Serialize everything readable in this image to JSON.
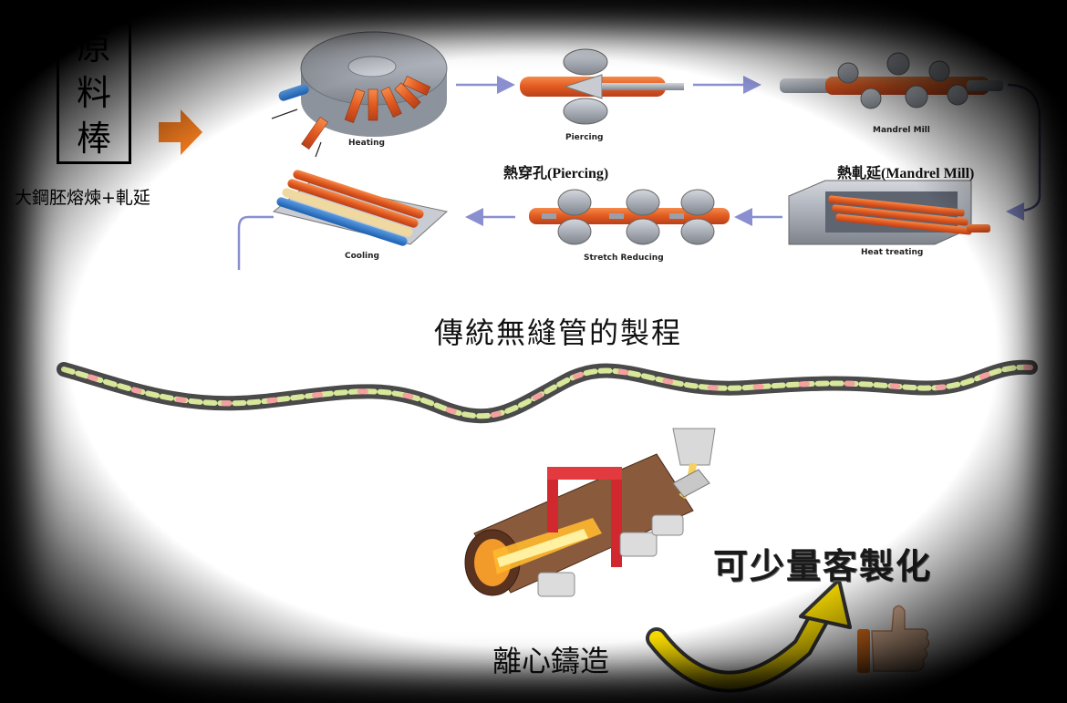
{
  "raw_material": {
    "label_chars": [
      "原",
      "料",
      "棒"
    ],
    "subtitle": "大鋼胚熔煉+軋延"
  },
  "process_labels": {
    "heating": "Heating",
    "piercing": "Piercing",
    "mandrel_mill": "Mandrel Mill",
    "cooling": "Cooling",
    "stretch_reducing": "Stretch Reducing",
    "heat_treating": "Heat treating"
  },
  "captions": {
    "piercing_cn": "熱穿孔(Piercing)",
    "mandrel_cn": "熱軋延(Mandrel Mill)"
  },
  "title": "傳統無縫管的製程",
  "customizable": "可少量客製化",
  "centrifugal_casting": "離心鑄造",
  "icons": [
    "orange-arrow-icon",
    "curved-yellow-arrow-icon",
    "thumbs-up-icon"
  ],
  "colors": {
    "tube_orange": "#e8622a",
    "steel_gray": "#b8bcc4",
    "flow_arrow": "#8a8fd0",
    "yellow_arrow": "#f5d800"
  }
}
